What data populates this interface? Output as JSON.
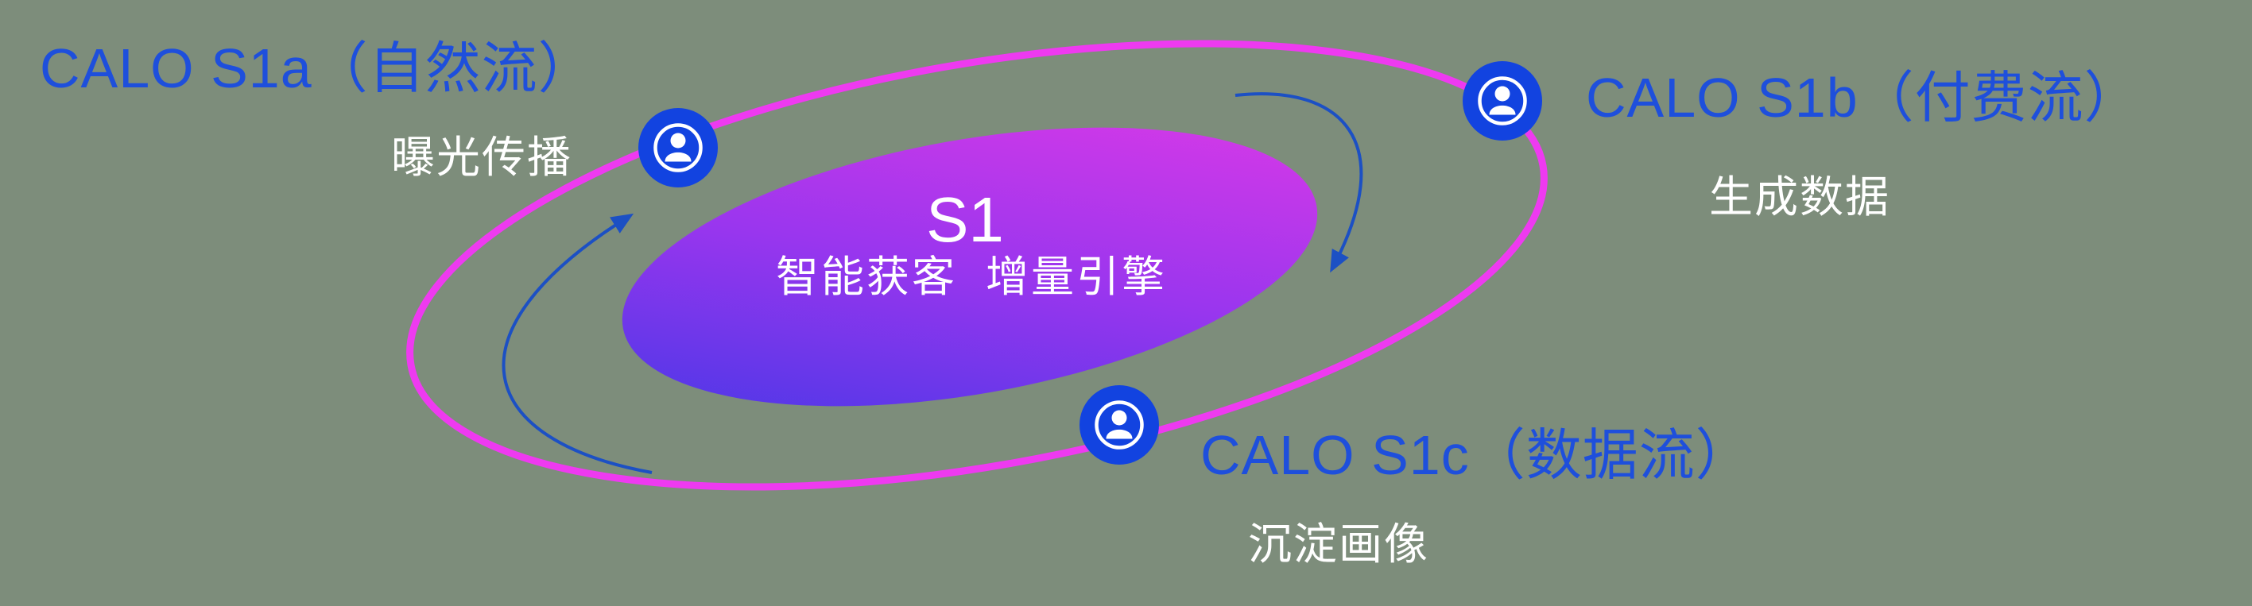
{
  "diagram": {
    "center": {
      "title": "S1",
      "subtitle": "智能获客  增量引擎"
    },
    "nodes": [
      {
        "id": "s1a",
        "label": "CALO S1a（自然流）",
        "sublabel": "曝光传播",
        "position": "top-left"
      },
      {
        "id": "s1b",
        "label": "CALO S1b（付费流）",
        "sublabel": "生成数据",
        "position": "top-right"
      },
      {
        "id": "s1c",
        "label": "CALO S1c（数据流）",
        "sublabel": "沉淀画像",
        "position": "bottom-center"
      }
    ],
    "icons": [
      {
        "name": "user-icon",
        "at": "left-node"
      },
      {
        "name": "user-icon",
        "at": "right-node"
      },
      {
        "name": "user-icon",
        "at": "bottom-node"
      }
    ],
    "arrows": [
      {
        "name": "cycle-arrow-left",
        "direction": "up-toward-s1a"
      },
      {
        "name": "cycle-arrow-right",
        "direction": "down-from-s1b"
      }
    ]
  },
  "colors": {
    "bg": "#7d8d7b",
    "accent_blue": "#1e4fdc",
    "ring_magenta": "#ee3af0",
    "core_start": "#4038e6",
    "core_mid": "#9a36ee",
    "core_end": "#e23ae6",
    "icon_blue": "#1243e0",
    "arrow_blue": "#1c50c4",
    "text_white": "#ffffff"
  }
}
